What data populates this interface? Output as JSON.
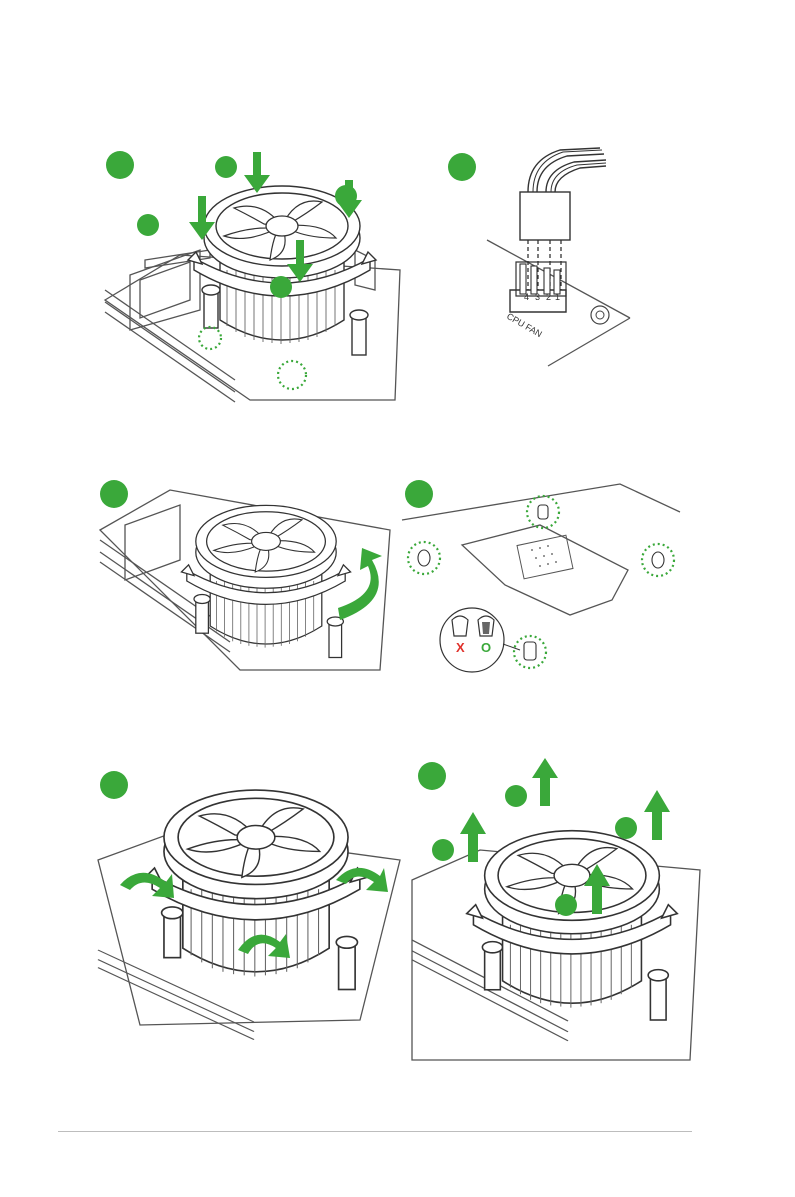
{
  "connector": {
    "label": "CPU FAN",
    "pins": [
      "1",
      "2",
      "3",
      "4"
    ]
  },
  "orientation": {
    "wrong_mark": "X",
    "right_mark": "O"
  },
  "colors": {
    "accent": "#3aa83a",
    "wrong": "#e0312b",
    "line": "#333333",
    "rule": "#bdbdbd"
  },
  "icons": {
    "push_arrow": "arrow-down-icon",
    "lift_arrow": "arrow-up-icon",
    "rotate_arrow": "rotate-arrow-icon",
    "step_badge": "step-badge-icon"
  }
}
